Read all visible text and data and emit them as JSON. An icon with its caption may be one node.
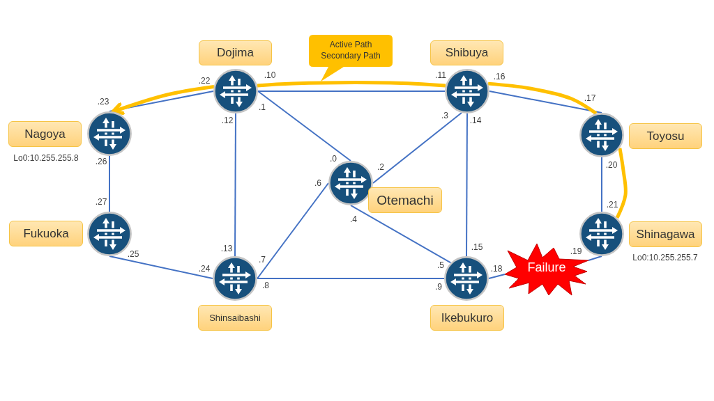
{
  "diagram": {
    "nodes": [
      {
        "text": [
          "Dojima"
        ]
      },
      {
        "text": [
          "Active Path",
          "Secondary Path"
        ]
      },
      {
        "text": [
          "Shibuya"
        ]
      },
      {
        "text": [],
        "shape": "circle"
      },
      {
        "text": [],
        "shape": "circle"
      },
      {
        "text": [
          "Nagoya"
        ],
        "beside": [
          "Lo0:10.255.255.8"
        ]
      },
      {
        "text": [],
        "shape": "circle"
      },
      {
        "text": [],
        "shape": "circle"
      },
      {
        "text": [
          "Toyosu"
        ]
      },
      {
        "text": [],
        "shape": "circle"
      },
      {
        "text": [
          "Otemachi"
        ]
      },
      {
        "text": [
          "Fukuoka"
        ]
      },
      {
        "text": [],
        "shape": "circle"
      },
      {
        "text": [],
        "shape": "circle"
      },
      {
        "text": [
          "Shinagawa"
        ],
        "beside": [
          "Lo0:10.255.255.7"
        ]
      },
      {
        "text": [],
        "shape": "circle"
      },
      {
        "text": [],
        "shape": "circle"
      },
      {
        "text": [
          "Failure"
        ]
      },
      {
        "text": [
          "Shinsaibashi"
        ]
      },
      {
        "text": [
          "Ikebukuro"
        ]
      }
    ],
    "edges": [
      {
        "from": 6,
        "to": 3,
        "arrow": "none"
      },
      {
        "from": 3,
        "to": 4,
        "arrow": "none"
      },
      {
        "from": 4,
        "to": 7,
        "arrow": "none"
      },
      {
        "from": 3,
        "to": 9,
        "arrow": "none"
      },
      {
        "from": 4,
        "to": 9,
        "arrow": "none"
      },
      {
        "from": 3,
        "to": 15,
        "arrow": "none"
      },
      {
        "from": 4,
        "to": 16,
        "arrow": "none"
      },
      {
        "from": 6,
        "to": 12,
        "arrow": "none"
      },
      {
        "from": 7,
        "to": 13,
        "arrow": "none"
      },
      {
        "from": 9,
        "to": 15,
        "arrow": "none"
      },
      {
        "from": 9,
        "to": 16,
        "arrow": "none"
      },
      {
        "from": 12,
        "to": 15,
        "arrow": "none"
      },
      {
        "from": 15,
        "to": 16,
        "arrow": "none"
      },
      {
        "from": 16,
        "to": 17,
        "arrow": "none"
      },
      {
        "from": 17,
        "to": 13,
        "arrow": "none"
      },
      {
        "from": 13,
        "to": 7,
        "arrow": "none",
        "style": "thick",
        "color": "#ffc000"
      },
      {
        "from": 7,
        "to": 4,
        "arrow": "none",
        "style": "thick",
        "color": "#ffc000"
      },
      {
        "from": 4,
        "to": 3,
        "arrow": "none",
        "style": "thick",
        "color": "#ffc000"
      },
      {
        "from": 3,
        "to": 6,
        "arrow": "to",
        "style": "thick",
        "color": "#ffc000"
      }
    ],
    "labels": [
      ".10",
      ".11",
      ".16",
      ".22",
      ".23",
      ".17",
      ".1",
      ".3",
      ".12",
      ".14",
      ".0",
      ".26",
      ".20",
      ".2",
      ".6",
      ".27",
      ".21",
      ".4",
      ".15",
      ".13",
      ".25",
      ".19",
      ".7",
      ".5",
      ".24",
      ".18",
      ".8",
      ".9"
    ]
  }
}
